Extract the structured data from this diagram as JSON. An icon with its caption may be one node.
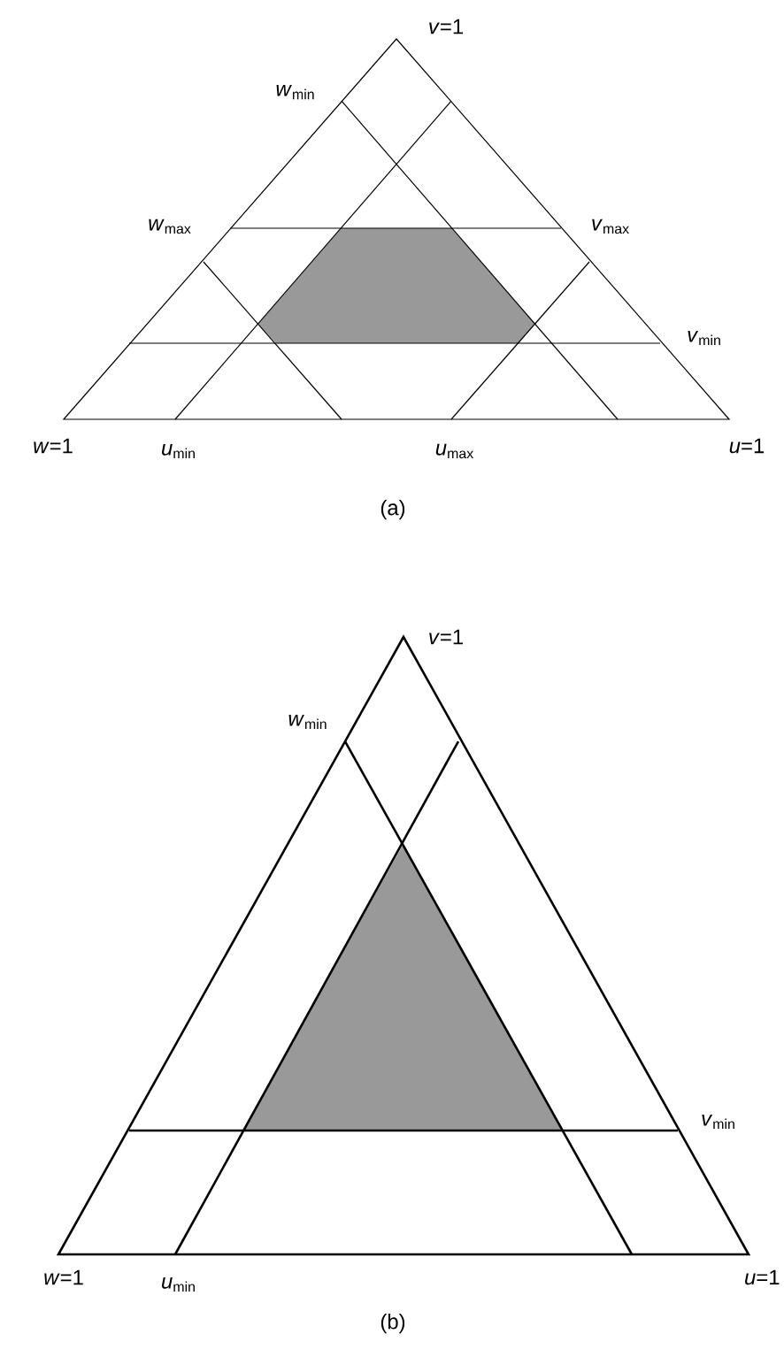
{
  "diagram": {
    "labels": [
      "*v*=1",
      "*w*$_{min}$",
      "*w*$_{max}$",
      "*v*$_{max}$",
      "*v*$_{min}$",
      "*w*=1",
      "*u*$_{min}$",
      "*u*$_{max}$",
      "*u*=1",
      "(a)",
      "*v*=1",
      "*w*$_{min}$",
      "*v*$_{min}$",
      "*w*=1",
      "*u*$_{min}$",
      "*u*=1",
      "(b)"
    ]
  }
}
